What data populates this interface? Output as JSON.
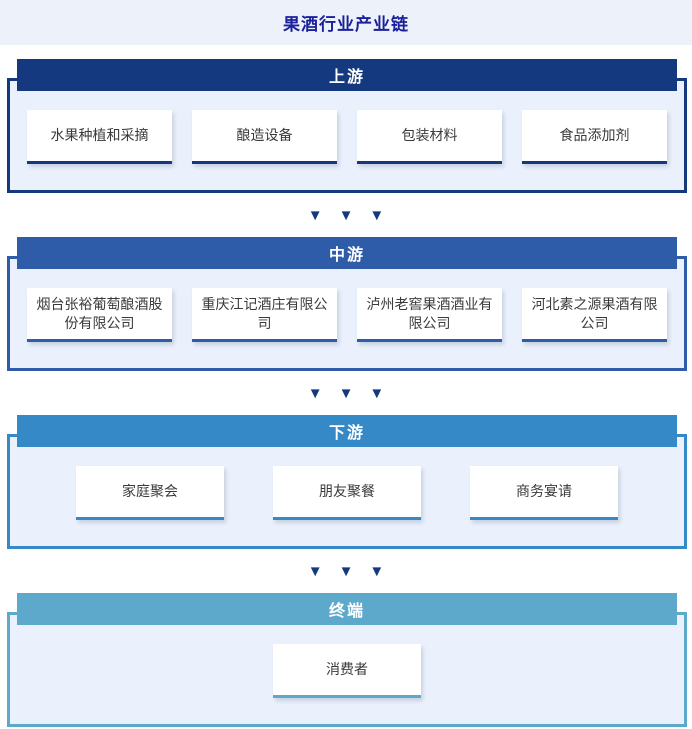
{
  "title_bar": {
    "title": "果酒行业产业链"
  },
  "divider": {
    "glyph": "▼",
    "color": "#14397E"
  },
  "colors": {
    "page_bg": "#FFFFFF",
    "title_bar_bg": "#EDF1F9",
    "title_text": "#1B219C",
    "section_body_bg": "#EBF1FC",
    "card_bg": "#FFFFFF",
    "arrow": "#14397E"
  },
  "sections": [
    {
      "id": "upstream",
      "label": "上游",
      "accent": "#14397E",
      "items": [
        "水果种植和采摘",
        "酿造设备",
        "包装材料",
        "食品添加剂"
      ]
    },
    {
      "id": "midstream",
      "label": "中游",
      "accent": "#2E5CA8",
      "items": [
        "烟台张裕葡萄酿酒股份有限公司",
        "重庆江记酒庄有限公司",
        "泸州老窖果酒酒业有限公司",
        "河北素之源果酒有限公司"
      ]
    },
    {
      "id": "downstream",
      "label": "下游",
      "accent": "#3489C6",
      "items": [
        "家庭聚会",
        "朋友聚餐",
        "商务宴请"
      ]
    },
    {
      "id": "terminal",
      "label": "终端",
      "accent": "#5DA9CC",
      "items": [
        "消费者"
      ]
    }
  ]
}
